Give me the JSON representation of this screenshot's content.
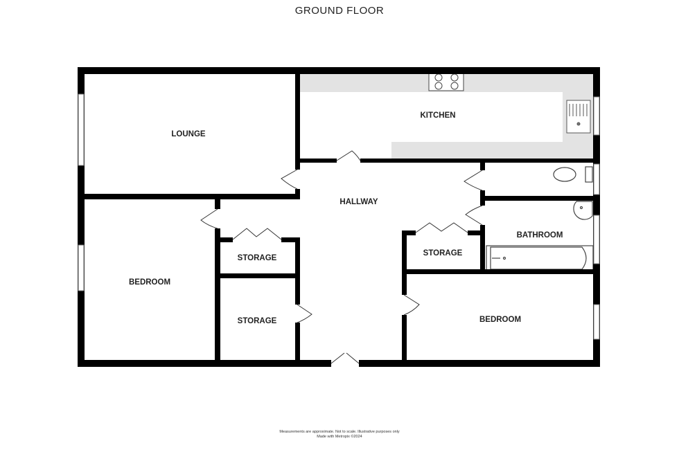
{
  "title": "GROUND FLOOR",
  "rooms": {
    "lounge": "LOUNGE",
    "kitchen": "KITCHEN",
    "hallway": "HALLWAY",
    "bathroom": "BATHROOM",
    "bedroom_left": "BEDROOM",
    "bedroom_right": "BEDROOM",
    "storage_upper": "STORAGE",
    "storage_lower": "STORAGE",
    "storage_right": "STORAGE"
  },
  "footer": {
    "line1": "Measurements are approximate.  Not to scale.  Illustrative purposes only",
    "line2": "Made with Metropix ©2024"
  },
  "colors": {
    "wall": "#000000",
    "counter": "#e3e3e3"
  }
}
